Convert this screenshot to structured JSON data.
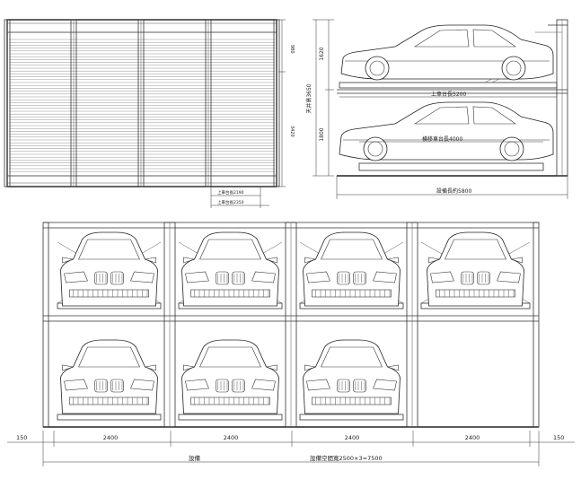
{
  "plan_view": {
    "dim_right_top": "980",
    "dim_right_full": "3420",
    "dim_bottom_1": "上車台長2190",
    "dim_bottom_2": "上車台長2350"
  },
  "side_view": {
    "dim_upper_height": "1620",
    "dim_lower_height": "1800",
    "dim_total_height": "天井高3650",
    "upper_pallet": "上車台長5200",
    "lower_pallet": "横移車台長4000",
    "total_length": "設備長約5800"
  },
  "front_view": {
    "dim_left_margin": "150",
    "dim_right_margin": "150",
    "bays": [
      "2400",
      "2400",
      "2400",
      "2400"
    ],
    "label_equipment": "設備",
    "label_total": "設備空間寬2500×3=7500"
  }
}
